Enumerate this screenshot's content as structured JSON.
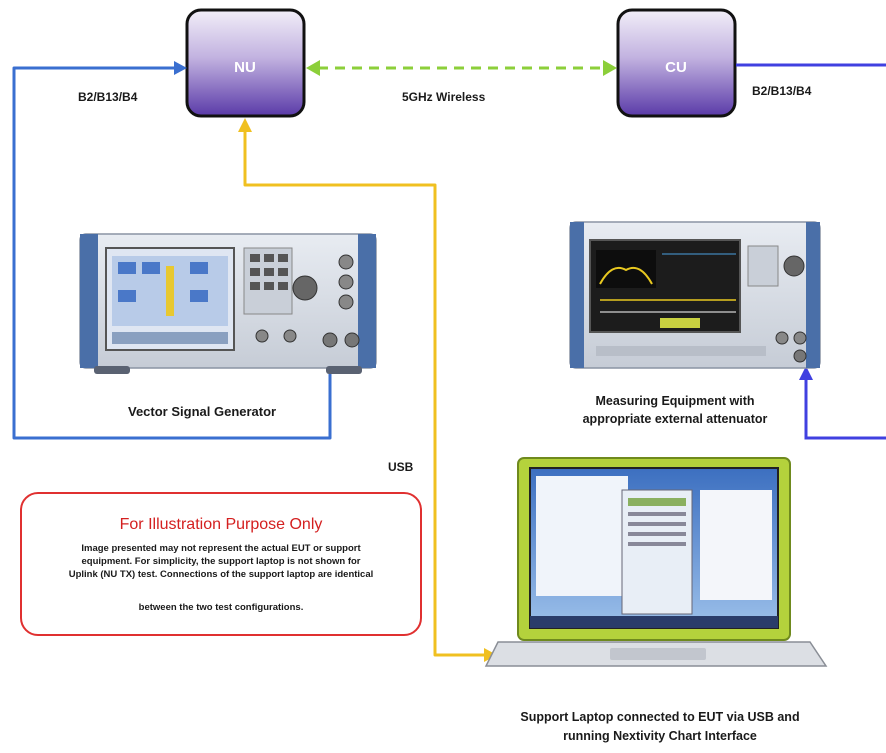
{
  "nodes": {
    "nu": "NU",
    "cu": "CU"
  },
  "labels": {
    "band_left": "B2/B13/B4",
    "band_right": "B2/B13/B4",
    "wireless": "5GHz Wireless",
    "usb": "USB",
    "signal_generator": "Vector Signal Generator",
    "measuring_line1": "Measuring Equipment with",
    "measuring_line2": "appropriate external attenuator",
    "laptop_line1": "Support Laptop connected to EUT via USB and",
    "laptop_line2": "running Nextivity Chart Interface"
  },
  "note": {
    "title": "For Illustration Purpose Only",
    "line1": "Image presented may not represent the actual EUT or support",
    "line2": "equipment.  For simplicity, the support laptop is not shown for",
    "line3": "Uplink (NU TX) test. Connections of the support laptop are identical",
    "line4": "between the two test configurations."
  },
  "colors": {
    "rf_cable": "#3a6fd0",
    "rf_cable_right": "#4040e0",
    "usb_cable": "#f0c020",
    "wireless_link": "#8ccf3a",
    "note_border": "#e03030"
  }
}
